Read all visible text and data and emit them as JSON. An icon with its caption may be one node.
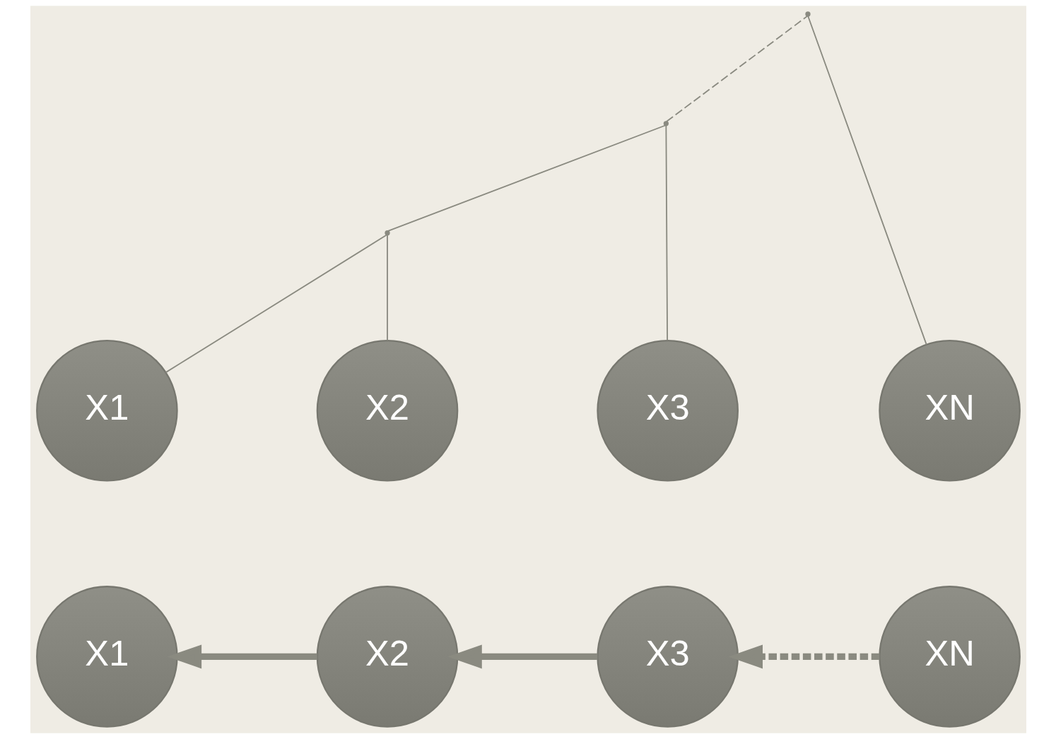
{
  "diagram": {
    "nodes": [
      {
        "text": [],
        "shape": "point"
      },
      {
        "text": [],
        "shape": "point"
      },
      {
        "text": [],
        "shape": "point"
      },
      {
        "text": [
          "X1"
        ]
      },
      {
        "text": [
          "X2"
        ]
      },
      {
        "text": [
          "X3"
        ]
      },
      {
        "text": [
          "XN"
        ]
      },
      {
        "text": [
          "X1"
        ]
      },
      {
        "text": [
          "X2"
        ]
      },
      {
        "text": [
          "X3"
        ]
      },
      {
        "text": [
          "XN"
        ]
      }
    ],
    "edges": [
      {
        "from": 3,
        "to": 2,
        "arrow": "none"
      },
      {
        "from": 4,
        "to": 2,
        "arrow": "none"
      },
      {
        "from": 2,
        "to": 1,
        "arrow": "none"
      },
      {
        "from": 5,
        "to": 1,
        "arrow": "none"
      },
      {
        "from": 1,
        "to": 0,
        "arrow": "none",
        "style": "dashed"
      },
      {
        "from": 6,
        "to": 0,
        "arrow": "none"
      },
      {
        "from": 8,
        "to": 7,
        "arrow": "to",
        "style": "thick"
      },
      {
        "from": 9,
        "to": 8,
        "arrow": "to",
        "style": "thick"
      },
      {
        "from": 10,
        "to": 9,
        "arrow": "to",
        "style": "dashed"
      }
    ]
  }
}
